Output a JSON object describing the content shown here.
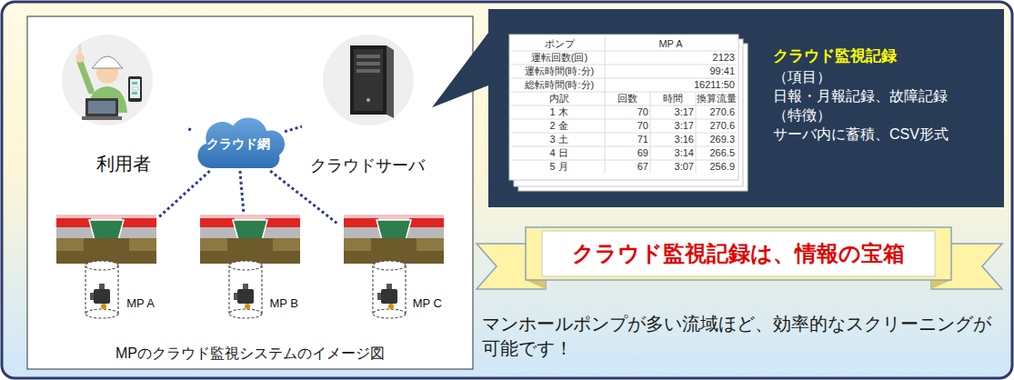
{
  "diagram": {
    "nodes": [
      {
        "text": [
          "MPのクラウド監視システムのイメージ図"
        ]
      },
      {
        "text": [
          "利用者"
        ],
        "in": 0
      },
      {
        "text": [
          "クラウド網"
        ],
        "in": 0
      },
      {
        "text": [
          "クラウドサーバ"
        ],
        "in": 0
      },
      {
        "text": [
          "MP A"
        ],
        "in": 0
      },
      {
        "text": [
          "MP B"
        ],
        "in": 0
      },
      {
        "text": [
          "MP C"
        ],
        "in": 0
      },
      {
        "text": [
          "クラウド監視記録",
          "（項目）",
          "日報・月報記録、故障記録",
          "（特徴）",
          "サーバ内に蓄積、CSV形式"
        ]
      },
      {
        "text": [
          "クラウド監視記録は、情報の宝箱"
        ]
      }
    ],
    "edges": [
      {
        "from": 2,
        "to": 1,
        "arrow": "none"
      },
      {
        "from": 2,
        "to": 3,
        "arrow": "none"
      },
      {
        "from": 2,
        "to": 4,
        "arrow": "none"
      },
      {
        "from": 2,
        "to": 5,
        "arrow": "none"
      },
      {
        "from": 2,
        "to": 6,
        "arrow": "none"
      },
      {
        "from": 3,
        "to": 7,
        "arrow": "none"
      }
    ],
    "labels": [
      "ポンプ",
      "MP A",
      "運転回数(回)",
      "2123",
      "運転時間(時:分)",
      "99:41",
      "総転時間(時:分)",
      "16211:50",
      "内訳",
      "回数",
      "時間",
      "換算流量",
      "1 木",
      "70",
      "3:17",
      "270.6",
      "2 金",
      "70",
      "3:17",
      "270.6",
      "3 土",
      "71",
      "3:16",
      "269.3",
      "4 日",
      "69",
      "3:14",
      "266.5",
      "5 月",
      "67",
      "3:07",
      "256.9",
      "マンホールポンプが多い流域ほど、効率的なスクリーニングが可能です！"
    ]
  }
}
